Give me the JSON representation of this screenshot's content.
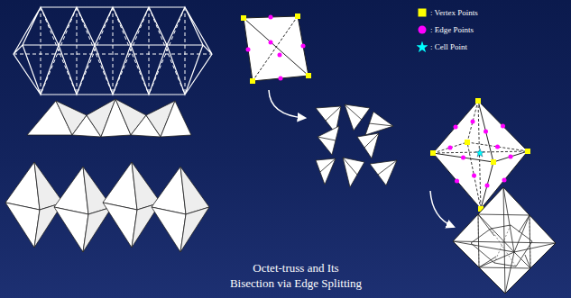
{
  "diagram": {
    "caption": "Octet-truss and Its Bisection via Edge Splitting",
    "legend": [
      {
        "text": ": Vertex Points",
        "color": "#ffff00"
      },
      {
        "text": ": Edge Points",
        "color": "#ff00ff"
      },
      {
        "text": ": Cell Point",
        "color": "#00ffff"
      }
    ]
  }
}
